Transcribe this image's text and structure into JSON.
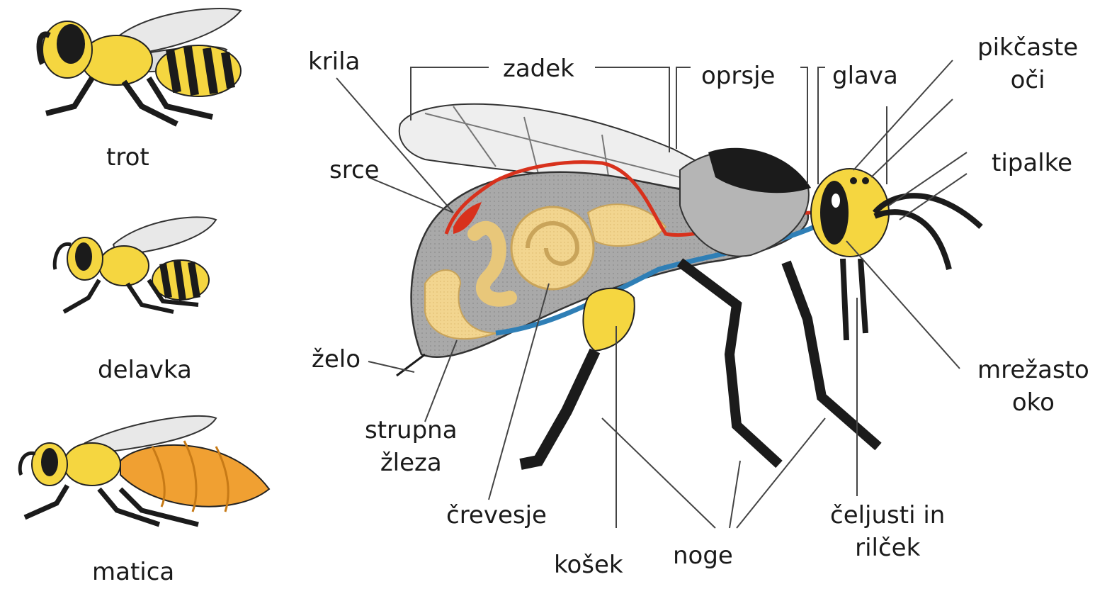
{
  "castes": [
    {
      "label": "trot"
    },
    {
      "label": "delavka"
    },
    {
      "label": "matica"
    }
  ],
  "anatomy": {
    "krila": "krila",
    "zadek": "zadek",
    "oprsje": "oprsje",
    "glava": "glava",
    "pikcaste_oci": [
      "pikčaste",
      "oči"
    ],
    "tipalke": "tipalke",
    "srce": "srce",
    "zelo": "želo",
    "strupna_zleza": [
      "strupna",
      "žleza"
    ],
    "crevesje": "črevesje",
    "kosek": "košek",
    "noge": "noge",
    "celjusti": [
      "čeljusti in",
      "rilček"
    ],
    "mrezasto_oko": [
      "mrežasto",
      "oko"
    ]
  },
  "colors": {
    "yellow": "#f5d640",
    "black": "#1b1b1b",
    "orange": "#f0a032",
    "gray_body": "#a8a8a8",
    "gut": "#f2d58f",
    "heart_red": "#d8311c",
    "nerve_blue": "#2f7fb6",
    "wing": "#eeeeee"
  }
}
